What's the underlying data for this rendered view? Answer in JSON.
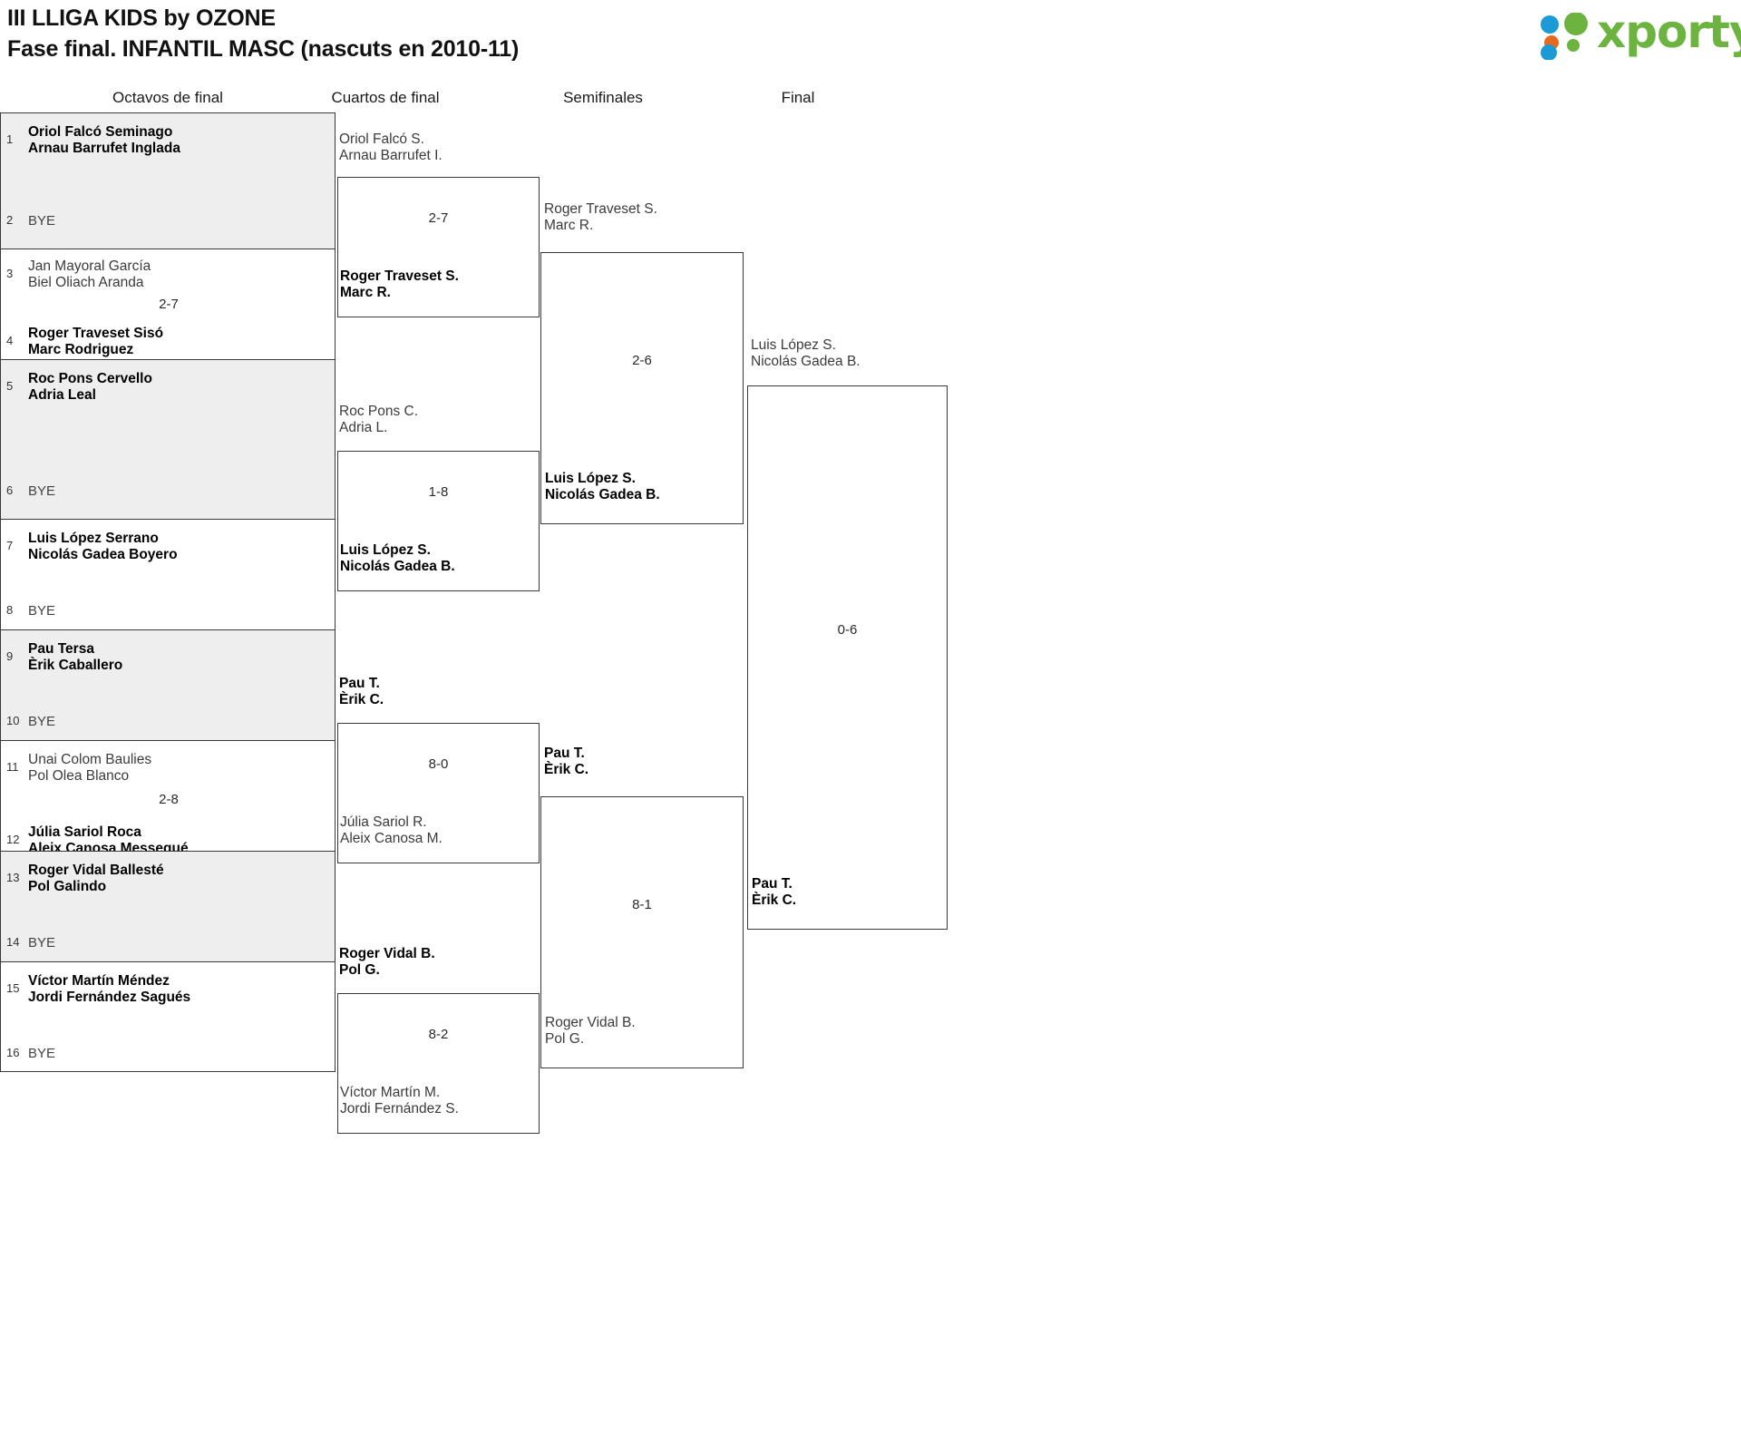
{
  "header": {
    "title_line1": "III LLIGA KIDS by OZONE",
    "title_line2": "Fase final. INFANTIL MASC (nascuts en 2010-11)",
    "logo_word": "xporty",
    "logo_colors": {
      "green": "#6cb33f",
      "blue": "#1b9ad6",
      "orange": "#e8691c"
    }
  },
  "rounds": [
    {
      "label": "Octavos de final"
    },
    {
      "label": "Cuartos de final"
    },
    {
      "label": "Semifinales"
    },
    {
      "label": "Final"
    }
  ],
  "round1": {
    "blocks": [
      {
        "shaded": true,
        "score": "",
        "top": {
          "seed": "1",
          "line1": "Oriol Falcó Seminago",
          "line2": "Arnau Barrufet Inglada",
          "state": "winner",
          "bye": false
        },
        "bottom": {
          "seed": "2",
          "line1": "BYE",
          "line2": "",
          "state": "bye",
          "bye": true
        }
      },
      {
        "shaded": false,
        "score": "2-7",
        "top": {
          "seed": "3",
          "line1": "Jan Mayoral García",
          "line2": "Biel Oliach Aranda",
          "state": "loser",
          "bye": false
        },
        "bottom": {
          "seed": "4",
          "line1": "Roger Traveset Sisó",
          "line2": "Marc Rodriguez",
          "state": "winner",
          "bye": false
        }
      },
      {
        "shaded": true,
        "score": "",
        "top": {
          "seed": "5",
          "line1": "Roc Pons Cervello",
          "line2": "Adria Leal",
          "state": "winner",
          "bye": false
        },
        "bottom": {
          "seed": "6",
          "line1": "BYE",
          "line2": "",
          "state": "bye",
          "bye": true
        }
      },
      {
        "shaded": false,
        "score": "",
        "top": {
          "seed": "7",
          "line1": "Luis López Serrano",
          "line2": "Nicolás Gadea Boyero",
          "state": "winner",
          "bye": false
        },
        "bottom": {
          "seed": "8",
          "line1": "BYE",
          "line2": "",
          "state": "bye",
          "bye": true
        }
      },
      {
        "shaded": true,
        "score": "",
        "top": {
          "seed": "9",
          "line1": "Pau Tersa",
          "line2": "Èrik Caballero",
          "state": "winner",
          "bye": false
        },
        "bottom": {
          "seed": "10",
          "line1": "BYE",
          "line2": "",
          "state": "bye",
          "bye": true
        }
      },
      {
        "shaded": false,
        "score": "2-8",
        "top": {
          "seed": "11",
          "line1": "Unai Colom Baulies",
          "line2": "Pol Olea Blanco",
          "state": "loser",
          "bye": false
        },
        "bottom": {
          "seed": "12",
          "line1": "Júlia Sariol Roca",
          "line2": "Aleix Canosa Messegué",
          "state": "winner",
          "bye": false
        }
      },
      {
        "shaded": true,
        "score": "",
        "top": {
          "seed": "13",
          "line1": "Roger Vidal Ballesté",
          "line2": "Pol Galindo",
          "state": "winner",
          "bye": false
        },
        "bottom": {
          "seed": "14",
          "line1": "BYE",
          "line2": "",
          "state": "bye",
          "bye": true
        }
      },
      {
        "shaded": false,
        "score": "",
        "top": {
          "seed": "15",
          "line1": "Víctor Martín Méndez",
          "line2": "Jordi Fernández Sagués",
          "state": "winner",
          "bye": false
        },
        "bottom": {
          "seed": "16",
          "line1": "BYE",
          "line2": "",
          "state": "bye",
          "bye": true
        }
      }
    ]
  },
  "round2": {
    "matches": [
      {
        "score": "2-7",
        "top": {
          "line1": "Oriol Falcó S.",
          "line2": "Arnau Barrufet I.",
          "state": "loser"
        },
        "bottom": {
          "line1": "Roger Traveset S.",
          "line2": "Marc R.",
          "state": "winner"
        }
      },
      {
        "score": "1-8",
        "top": {
          "line1": "Roc Pons C.",
          "line2": "Adria L.",
          "state": "loser"
        },
        "bottom": {
          "line1": "Luis López S.",
          "line2": "Nicolás Gadea B.",
          "state": "winner"
        }
      },
      {
        "score": "8-0",
        "top": {
          "line1": "Pau T.",
          "line2": "Èrik C.",
          "state": "winner"
        },
        "bottom": {
          "line1": "Júlia Sariol R.",
          "line2": "Aleix Canosa M.",
          "state": "loser"
        }
      },
      {
        "score": "8-2",
        "top": {
          "line1": "Roger Vidal B.",
          "line2": "Pol G.",
          "state": "winner"
        },
        "bottom": {
          "line1": "Víctor Martín M.",
          "line2": "Jordi Fernández S.",
          "state": "loser"
        }
      }
    ]
  },
  "round3": {
    "matches": [
      {
        "score": "2-6",
        "top": {
          "line1": "Roger Traveset S.",
          "line2": "Marc R.",
          "state": "loser"
        },
        "bottom": {
          "line1": "Luis López S.",
          "line2": "Nicolás Gadea B.",
          "state": "winner"
        }
      },
      {
        "score": "8-1",
        "top": {
          "line1": "Pau T.",
          "line2": "Èrik C.",
          "state": "winner"
        },
        "bottom": {
          "line1": "Roger Vidal B.",
          "line2": "Pol G.",
          "state": "loser"
        }
      }
    ]
  },
  "round4": {
    "matches": [
      {
        "score": "0-6",
        "top": {
          "line1": "Luis López S.",
          "line2": "Nicolás Gadea B.",
          "state": "loser"
        },
        "bottom": {
          "line1": "Pau T.",
          "line2": "Èrik C.",
          "state": "winner"
        }
      }
    ]
  }
}
